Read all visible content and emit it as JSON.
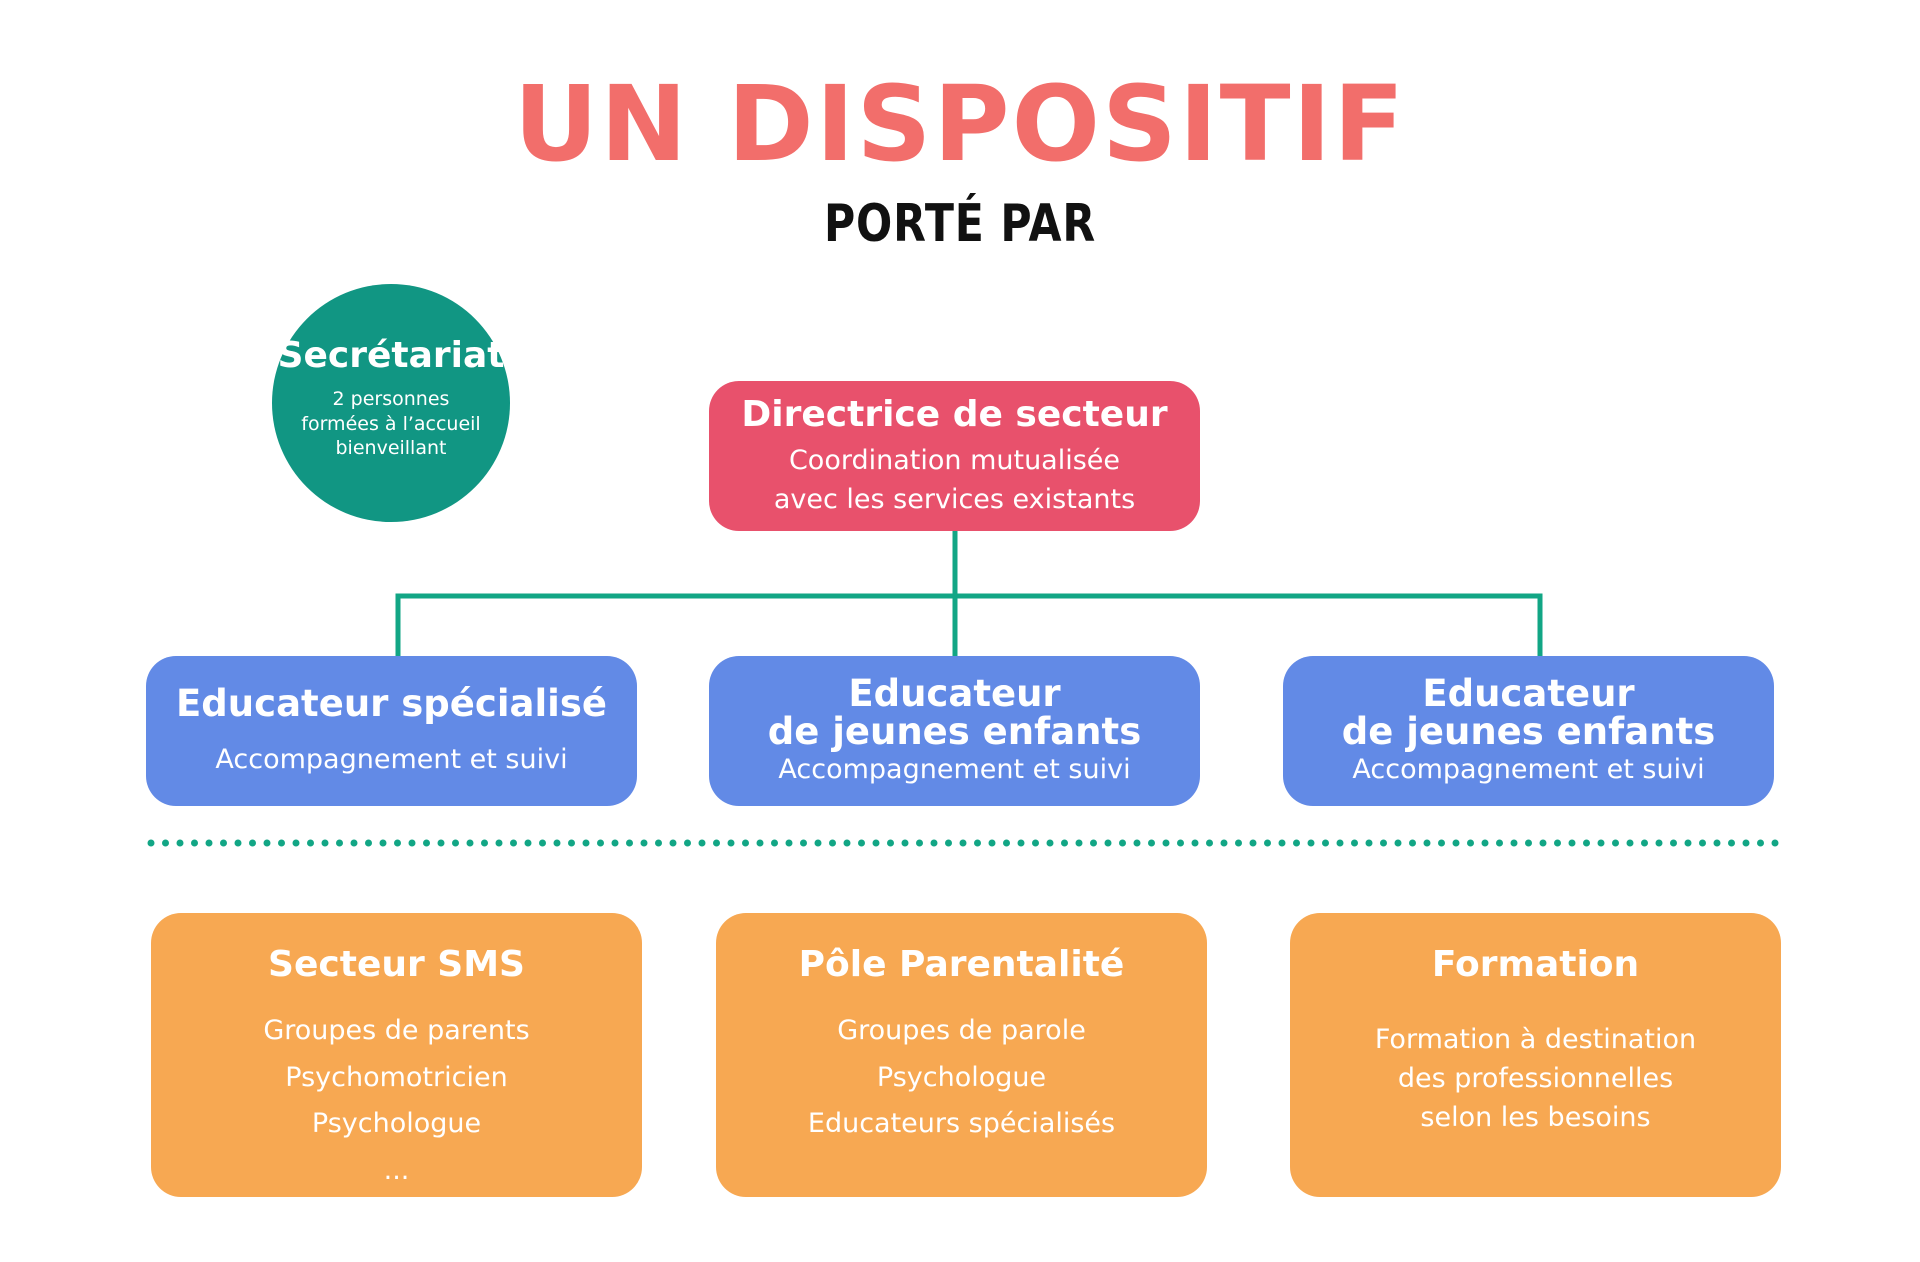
{
  "header": {
    "title": "UN DISPOSITIF",
    "subtitle": "PORTÉ PAR"
  },
  "colors": {
    "title": "#f26e6b",
    "secretariat": "#119683",
    "director": "#e8516c",
    "educator": "#628ae6",
    "partner": "#f7a852",
    "connector": "#12a685"
  },
  "secretariat": {
    "title": "Secrétariat",
    "lines": [
      "2 personnes",
      "formées à l’accueil",
      "bienveillant"
    ]
  },
  "director": {
    "title": "Directrice de secteur",
    "lines": [
      "Coordination mutualisée",
      "avec les services existants"
    ]
  },
  "educators": [
    {
      "title_lines": [
        "Educateur spécialisé"
      ],
      "subtitle": "Accompagnement et suivi"
    },
    {
      "title_lines": [
        "Educateur",
        "de jeunes enfants"
      ],
      "subtitle": "Accompagnement et suivi"
    },
    {
      "title_lines": [
        "Educateur",
        "de jeunes enfants"
      ],
      "subtitle": "Accompagnement et suivi"
    }
  ],
  "partners": [
    {
      "title": "Secteur SMS",
      "lines": [
        "Groupes de parents",
        "Psychomotricien",
        "Psychologue",
        "..."
      ]
    },
    {
      "title": "Pôle Parentalité",
      "lines": [
        "Groupes de parole",
        "Psychologue",
        "Educateurs spécialisés"
      ]
    },
    {
      "title": "Formation",
      "lines": [
        "Formation à destination",
        "des professionnelles",
        "selon les besoins"
      ]
    }
  ]
}
